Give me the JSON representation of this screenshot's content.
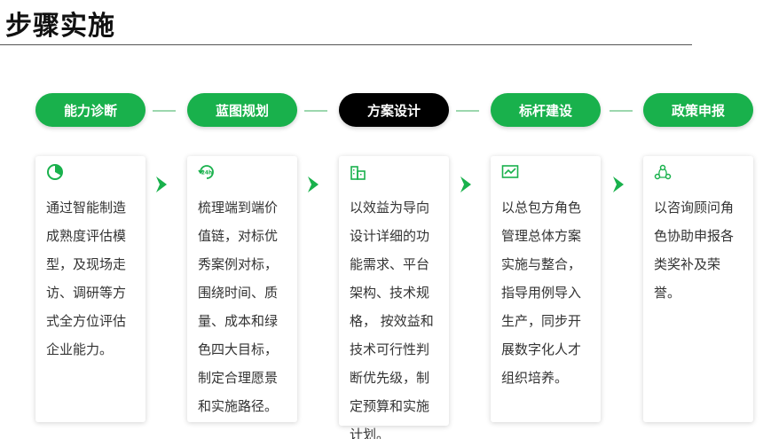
{
  "page": {
    "title": "步骤实施"
  },
  "steps": [
    {
      "label": "能力诊断",
      "text": "通过智能制造成熟度评估模型，及现场走访、调研等方式全方位评估企业能力。",
      "icon": "pie-chart-icon"
    },
    {
      "label": "蓝图规划",
      "text": "梳理端到端价值链，对标优秀案例对标，围绕时间、质量、成本和绿色四大目标，制定合理愿景和实施路径。",
      "icon": "24h-cycle-icon"
    },
    {
      "label": "方案设计",
      "text": "以效益为导向设计详细的功能需求、平台架构、技术规格，  按效益和技术可行性判断优先级，制定预算和实施计划。",
      "icon": "building-chart-icon"
    },
    {
      "label": "标杆建设",
      "text": "以总包方角色管理总体方案实施与整合，指导用例导入生产，同步开展数字化人才组织培养。",
      "icon": "dashboard-icon"
    },
    {
      "label": "政策申报",
      "text": "以咨询顾问角色协助申报各类奖补及荣誉。",
      "icon": "network-icon"
    }
  ],
  "colors": {
    "accent": "#19b14c",
    "active": "#000000"
  }
}
